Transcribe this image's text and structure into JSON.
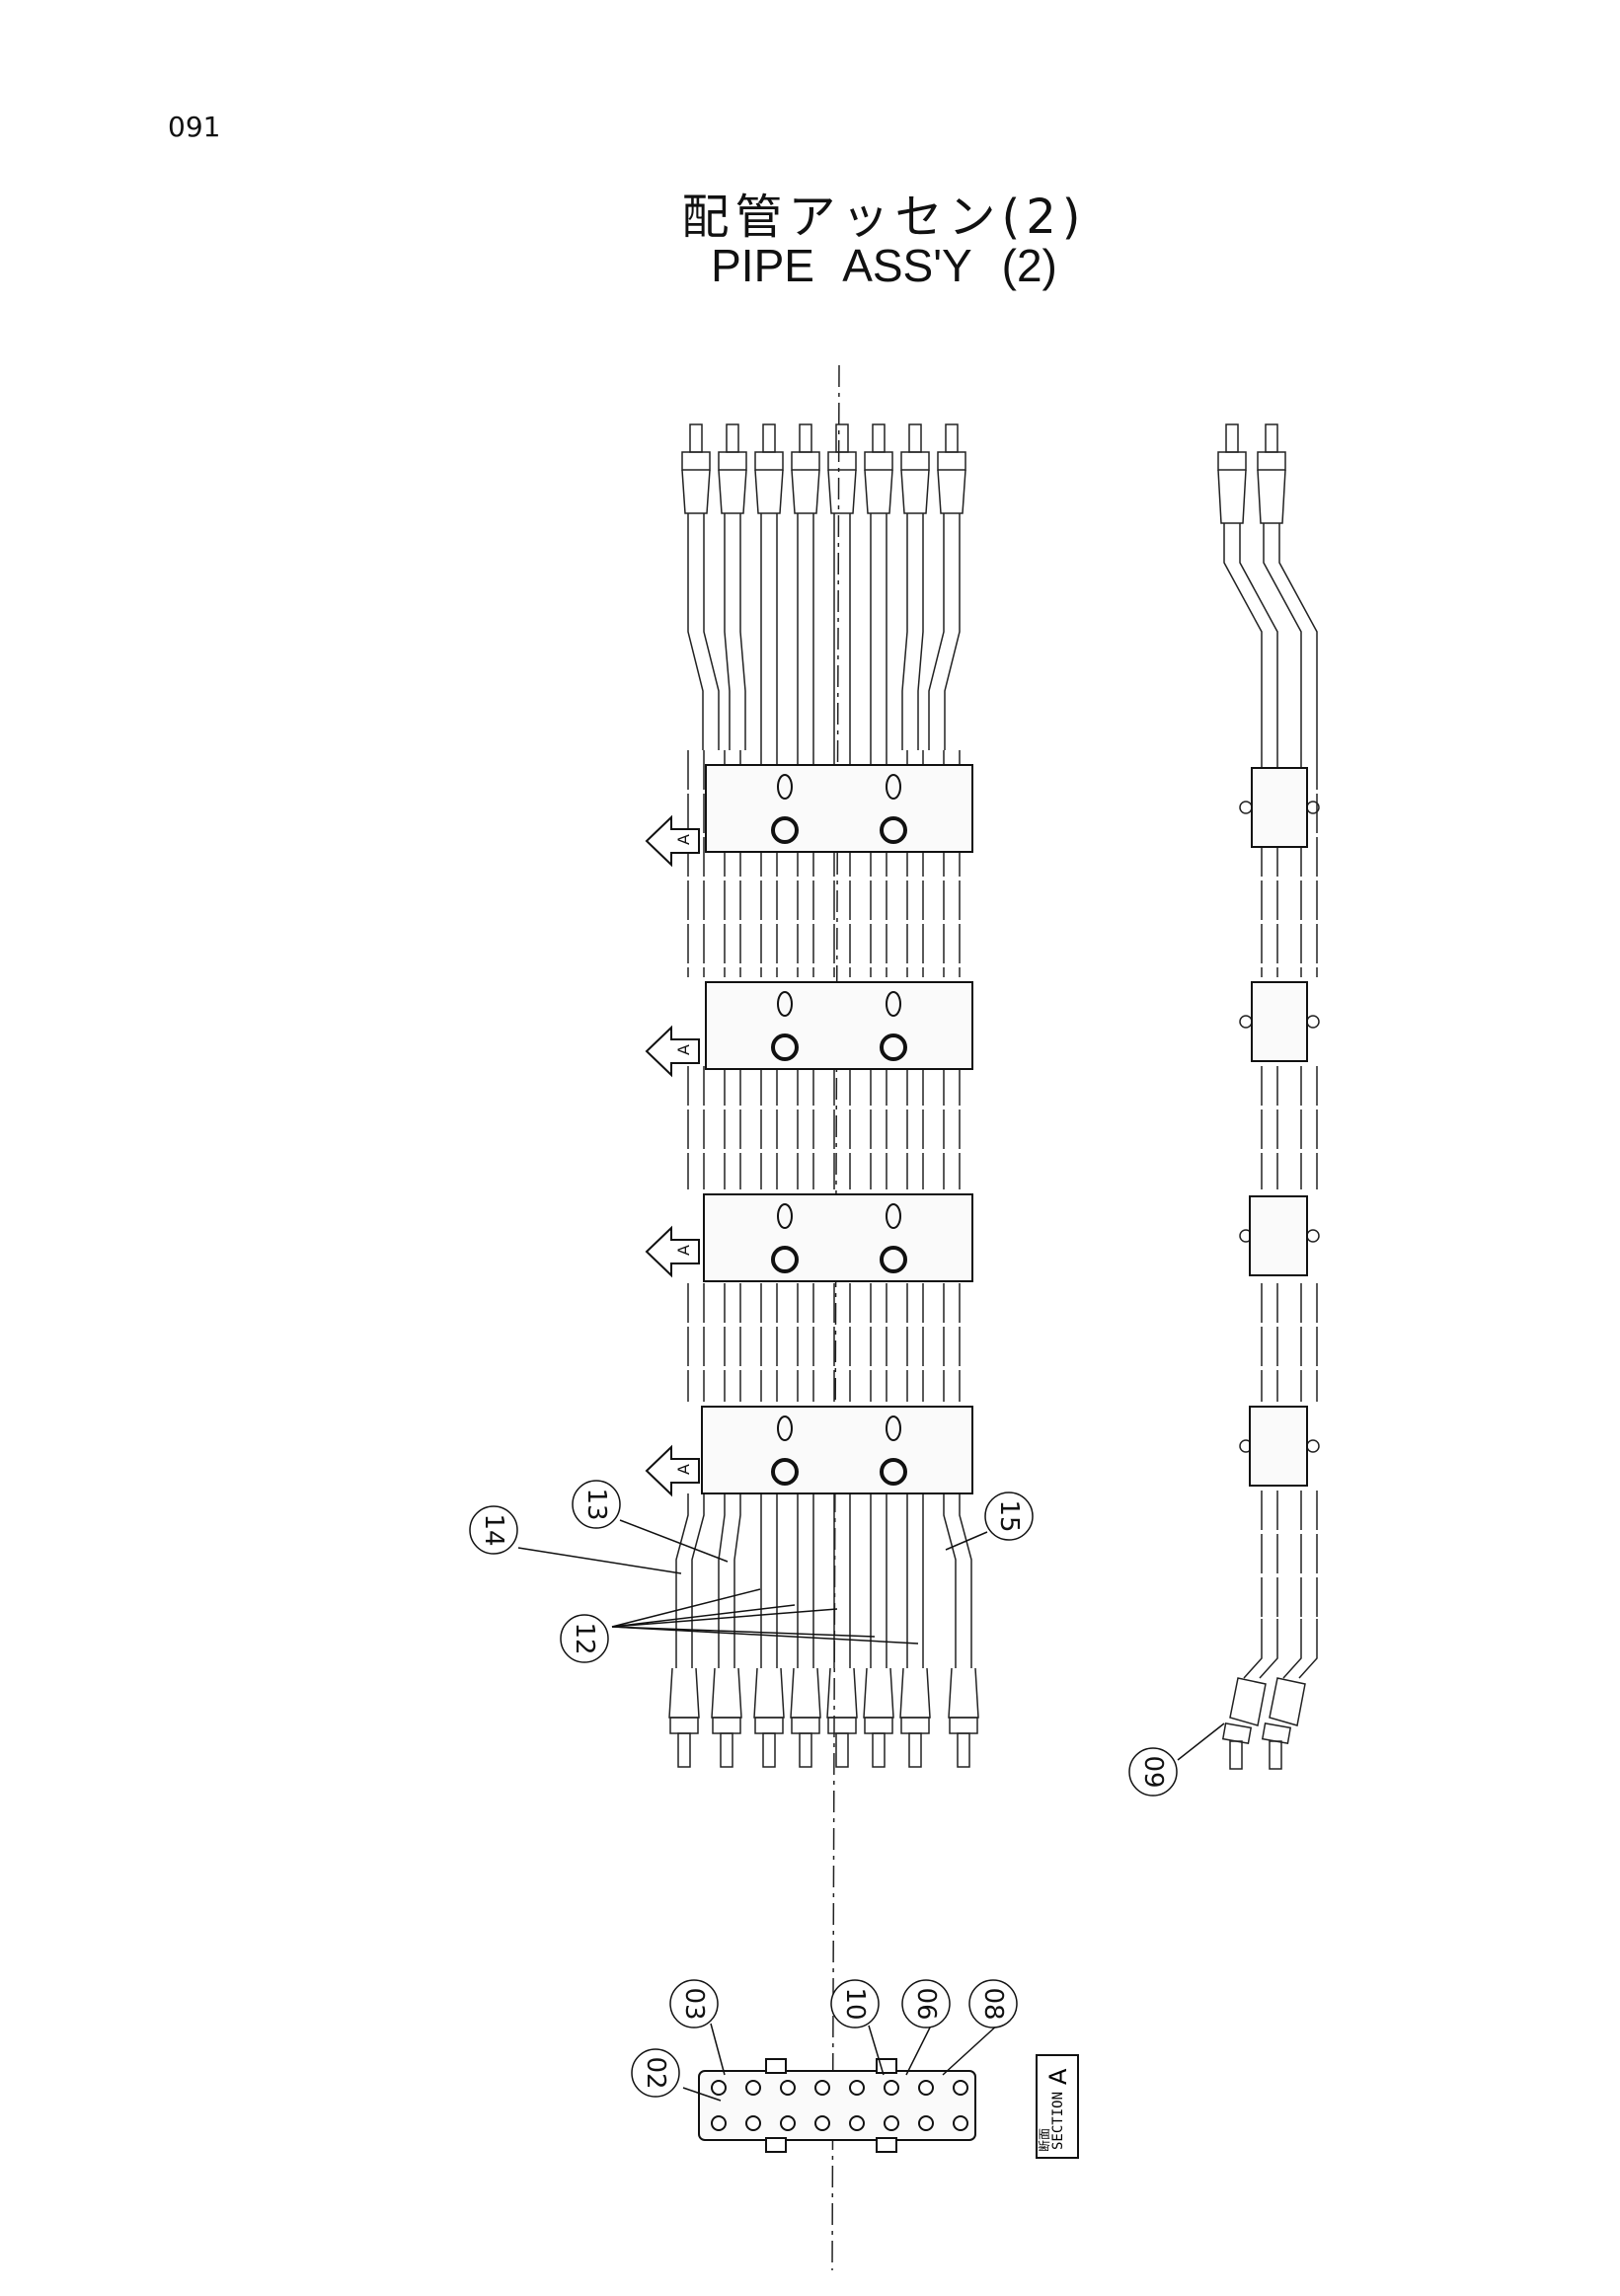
{
  "page": {
    "number": "091"
  },
  "title": {
    "japanese": "配管アッセン(2)",
    "english": "PIPE ASS'Y (2)"
  },
  "callouts": [
    {
      "id": "14",
      "label": "14"
    },
    {
      "id": "13",
      "label": "13"
    },
    {
      "id": "12",
      "label": "12"
    },
    {
      "id": "15",
      "label": "15"
    },
    {
      "id": "09",
      "label": "09"
    },
    {
      "id": "02",
      "label": "02"
    },
    {
      "id": "03",
      "label": "03"
    },
    {
      "id": "10",
      "label": "10"
    },
    {
      "id": "06",
      "label": "06"
    },
    {
      "id": "08",
      "label": "08"
    }
  ],
  "section_arrows": [
    "A",
    "A",
    "A",
    "A"
  ],
  "section_box": {
    "jp": "断面",
    "en": "SECTION",
    "letter": "A"
  }
}
